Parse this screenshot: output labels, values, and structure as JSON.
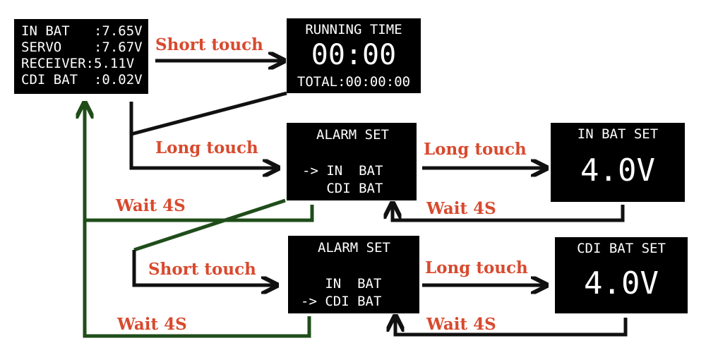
{
  "status_screen": {
    "lines": [
      "IN BAT   :7.65V",
      "SERVO    :7.67V",
      "RECEIVER:5.11V",
      "CDI BAT  :0.02V"
    ]
  },
  "running_screen": {
    "title": "RUNNING TIME",
    "time": "00:00",
    "total": "TOTAL:00:00:00"
  },
  "alarm_screen_1": {
    "title": "ALARM SET",
    "line1": "-> IN  BAT",
    "line2": "   CDI BAT"
  },
  "alarm_screen_2": {
    "title": "ALARM SET",
    "line1": "   IN  BAT",
    "line2": "-> CDI BAT"
  },
  "inbat_screen": {
    "title": "IN BAT SET",
    "value": "4.0V"
  },
  "cdibat_screen": {
    "title": "CDI BAT SET",
    "value": "4.0V"
  },
  "labels": {
    "short_touch_1": "Short touch",
    "long_touch_1": "Long touch",
    "long_touch_2": "Long touch",
    "wait_4s_1": "Wait 4S",
    "wait_4s_2": "Wait 4S",
    "short_touch_2": "Short touch",
    "long_touch_3": "Long touch",
    "wait_4s_3": "Wait 4S",
    "wait_4s_4": "Wait 4S"
  },
  "colors": {
    "black_arrow": "#111111",
    "green_arrow": "#1f4d1a",
    "label_text": "#d84a2e"
  }
}
